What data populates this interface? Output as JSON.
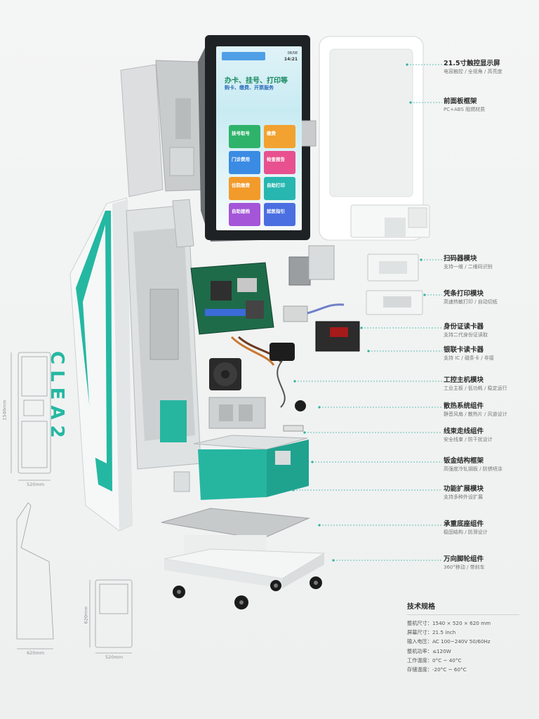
{
  "screen": {
    "time_small": "08/08",
    "time_large": "14:21",
    "headline": "办卡、挂号、打印等",
    "subline": "购卡、缴费、开票服务",
    "tiles": [
      {
        "label": "挂号取号",
        "color": "#2fb36a"
      },
      {
        "label": "缴费",
        "color": "#f2a230"
      },
      {
        "label": "门诊费用",
        "color": "#3a8be3"
      },
      {
        "label": "检查报告",
        "color": "#e8508f"
      },
      {
        "label": "住院缴费",
        "color": "#f29b2b"
      },
      {
        "label": "自助打印",
        "color": "#27b7b0"
      },
      {
        "label": "自助建档",
        "color": "#a455d8"
      },
      {
        "label": "就医指引",
        "color": "#4b6fe0"
      }
    ]
  },
  "side_logo": "CLEA2",
  "callouts": [
    {
      "title": "21.5寸触控显示屏",
      "sub": "电容触控 / 全视角 / 高亮度"
    },
    {
      "title": "前面板框架",
      "sub": "PC+ABS 阻燃材质"
    },
    {
      "title": "扫码器模块",
      "sub": "支持一维 / 二维码识别"
    },
    {
      "title": "凭条打印模块",
      "sub": "高速热敏打印 / 自动切纸"
    },
    {
      "title": "身份证读卡器",
      "sub": "支持二代身份证读取"
    },
    {
      "title": "银联卡读卡器",
      "sub": "支持 IC / 磁条卡 / 非接"
    },
    {
      "title": "工控主机模块",
      "sub": "工业主板 / 低功耗 / 稳定运行"
    },
    {
      "title": "散热系统组件",
      "sub": "静音风扇 / 散热片 / 风道设计"
    },
    {
      "title": "线束走线组件",
      "sub": "安全线束 / 防干扰设计"
    },
    {
      "title": "钣金结构框架",
      "sub": "高强度冷轧钢板 / 防锈喷涂"
    },
    {
      "title": "功能扩展模块",
      "sub": "支持多种外设扩展"
    },
    {
      "title": "承重底座组件",
      "sub": "稳固结构 / 防滑设计"
    },
    {
      "title": "万向脚轮组件",
      "sub": "360°移动 / 带刹车"
    }
  ],
  "specs": {
    "heading": "技术规格",
    "rows": [
      "整机尺寸：1540 × 520 × 620 mm",
      "屏幕尺寸：21.5 inch",
      "输入电压：AC 100~240V 50/60Hz",
      "整机功率：≤120W",
      "工作温度：0°C ~ 40°C",
      "存储温度：-20°C ~ 60°C"
    ]
  },
  "dimensions": {
    "front_height": "1540mm",
    "front_width": "520mm",
    "side_depth": "620mm",
    "top_height": "620mm",
    "top_width": "520mm"
  }
}
